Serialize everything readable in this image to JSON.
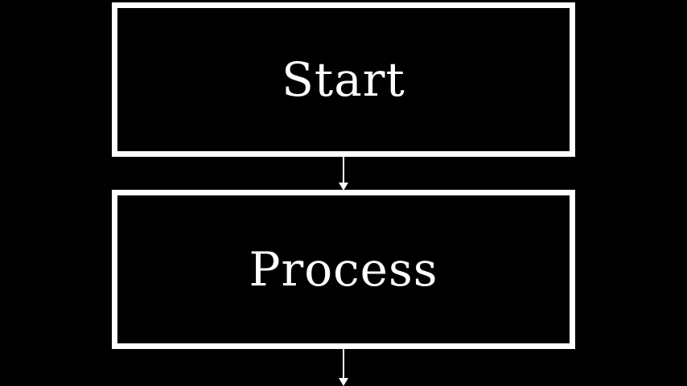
{
  "diagram": {
    "background_color": "#000000",
    "stroke_color": "#ffffff",
    "nodes": [
      {
        "id": "start",
        "label": "Start"
      },
      {
        "id": "process",
        "label": "Process"
      }
    ],
    "edges": [
      {
        "from": "start",
        "to": "process"
      },
      {
        "from": "process",
        "to": ""
      }
    ]
  }
}
